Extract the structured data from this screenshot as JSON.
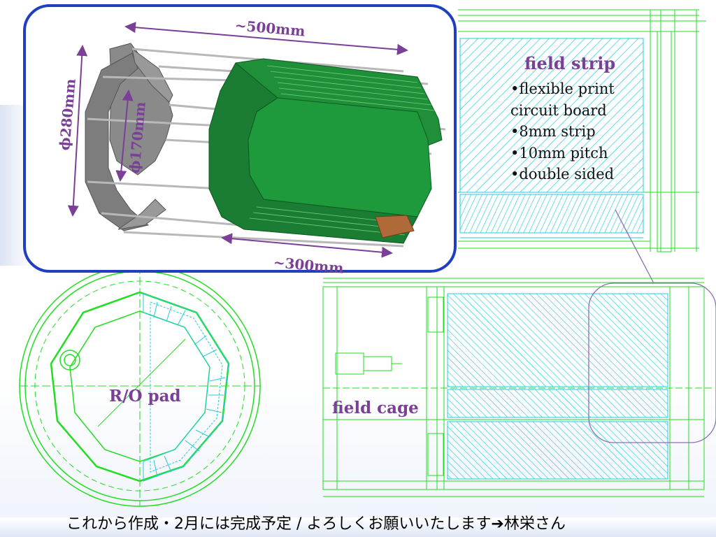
{
  "photo": {
    "dims": {
      "length_total": "~500mm",
      "length_inner": "~300mm",
      "outer_diameter": "ϕ280mm",
      "inner_diameter": "ϕ170mm"
    }
  },
  "field_strip": {
    "title": "field strip",
    "bullets": [
      "•flexible print circuit board",
      "•8mm strip",
      "•10mm pitch",
      "•double sided"
    ]
  },
  "labels": {
    "ro_pad": "R/O pad",
    "field_cage": "field cage"
  },
  "footer": {
    "text": "これから作成・2月には完成予定 / よろしくお願いいたします➔林栄さん"
  },
  "colors": {
    "frame": "#1f3fbf",
    "label_purple": "#7a3f96",
    "drawing_green": "#22dd22",
    "drawing_cyan": "#22ccdd",
    "board_green": "#1f8f3a",
    "ring_gray": "#8a8a8a"
  }
}
